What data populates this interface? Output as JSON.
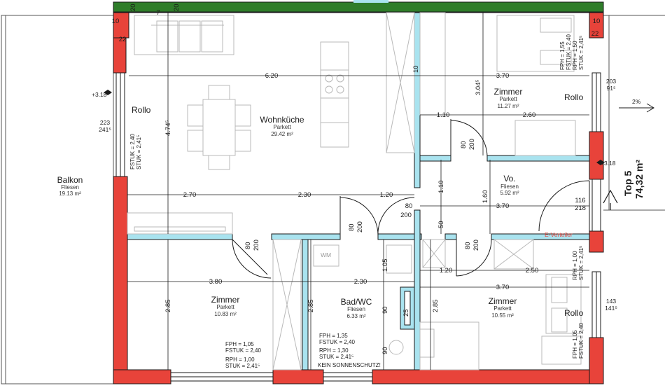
{
  "rooms": {
    "wohnkueche": {
      "name": "Wohnküche",
      "floor": "Parkett",
      "area": "29.42 m²"
    },
    "zimmer_top_right": {
      "name": "Zimmer",
      "floor": "Parkett",
      "area": "11.27 m²"
    },
    "vorraum": {
      "name": "Vo.",
      "floor": "Fliesen",
      "area": "5.92 m²"
    },
    "zimmer_bottom_left": {
      "name": "Zimmer",
      "floor": "Parkett",
      "area": "10.83 m²"
    },
    "bad_wc": {
      "name": "Bad/WC",
      "floor": "Fliesen",
      "area": "6.33 m²"
    },
    "zimmer_bottom_right": {
      "name": "Zimmer",
      "floor": "Parkett",
      "area": "10.55 m²"
    },
    "balkon": {
      "name": "Balkon",
      "floor": "Fliesen",
      "area": "19.13 m²"
    }
  },
  "unit": {
    "name": "Top 5",
    "area": "74,32 m²"
  },
  "labels": {
    "rollo": "Rollo",
    "wm": "WM",
    "e_verteiler": "E-Verteiler",
    "no_sun": "KEIN SONNENSCHUTZ!",
    "level_1": "+3.18",
    "level_2": "+3.18",
    "slope": "2%"
  },
  "dims": {
    "d620": "6.20",
    "d370a": "3.70",
    "d110": "1.10",
    "d260": "2.60",
    "d270": "2.70",
    "d230a": "2.30",
    "d120a": "1.20",
    "d370b": "3.70",
    "d380": "3.80",
    "d230b": "2.30",
    "d120b": "1.20",
    "d250": "2.50",
    "d370c": "3.70",
    "d474": "4.74⁵",
    "d304": "3.04⁵",
    "d285a": "2.85",
    "d285b": "2.85",
    "d285c": "2.85",
    "d110v": "1.10",
    "d160": "1.60",
    "d105": "1.05",
    "d50": "50",
    "d90a": "90",
    "d90b": "90",
    "d25": "25",
    "d10a": "10",
    "d10b": "10",
    "d10c": "10",
    "d20a": "20",
    "d20b": "20",
    "d22a": "22",
    "d22b": "22",
    "d7": "7",
    "d80a": "80",
    "d200a": "200",
    "d80b": "80",
    "d200b": "200",
    "d80c": "80",
    "d200c": "200",
    "d80d": "80",
    "d200d": "200",
    "d80e": "80",
    "d200e": "200",
    "win1a": "223",
    "win1b": "241⁵",
    "win2a": "203",
    "win2b": "91⁵",
    "win3a": "143",
    "win3b": "141⁵",
    "door_a": "116",
    "door_b": "218"
  },
  "notes": {
    "fph_top": "FPH = 1,55",
    "fstuk_top": "FSTUK = 2,40",
    "rph_top": "RPH = 1,50",
    "stuk_top": "STUK = 2,41⁵",
    "fstuk_left": "FSTUK = 2,40",
    "stuk_left": "STUK = 2,41⁵",
    "rph_right": "RPH = 1,00",
    "stuk_right": "STUK = 2,41⁵",
    "fph_right": "FPH = 1,05",
    "fstuk_right": "FSTUK = 2,40",
    "fph_bl": "FPH = 1,05",
    "fstuk_bl": "FSTUK = 2,40",
    "rph_bl": "RPH = 1,00",
    "stuk_bl": "STUK = 2,41⁵",
    "fph_bad": "FPH = 1,35",
    "fstuk_bad": "FSTUK = 2,40",
    "rph_bad": "RPH = 1,30",
    "stuk_bad": "STUK = 2,41⁵"
  },
  "colors": {
    "wall": "#e8433a",
    "partition": "#a9e3ef",
    "beam": "#2f7d2a",
    "line": "#1a1a1a",
    "furniture": "#b9b9b9"
  }
}
